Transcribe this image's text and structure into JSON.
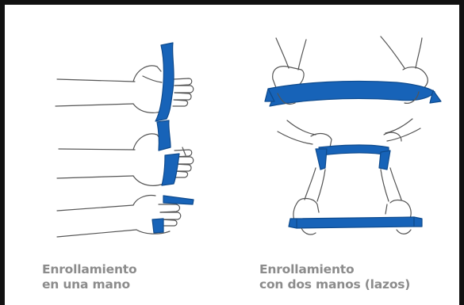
{
  "colors": {
    "band": "#1763b8",
    "outline": "#555555",
    "frame": "#111111",
    "caption": "#8c8c8c"
  },
  "captions": {
    "one_hand": {
      "line1": "Enrollamiento",
      "line2": "en una mano"
    },
    "two_hands": {
      "line1": "Enrollamiento",
      "line2": "con dos manos (lazos)"
    }
  }
}
